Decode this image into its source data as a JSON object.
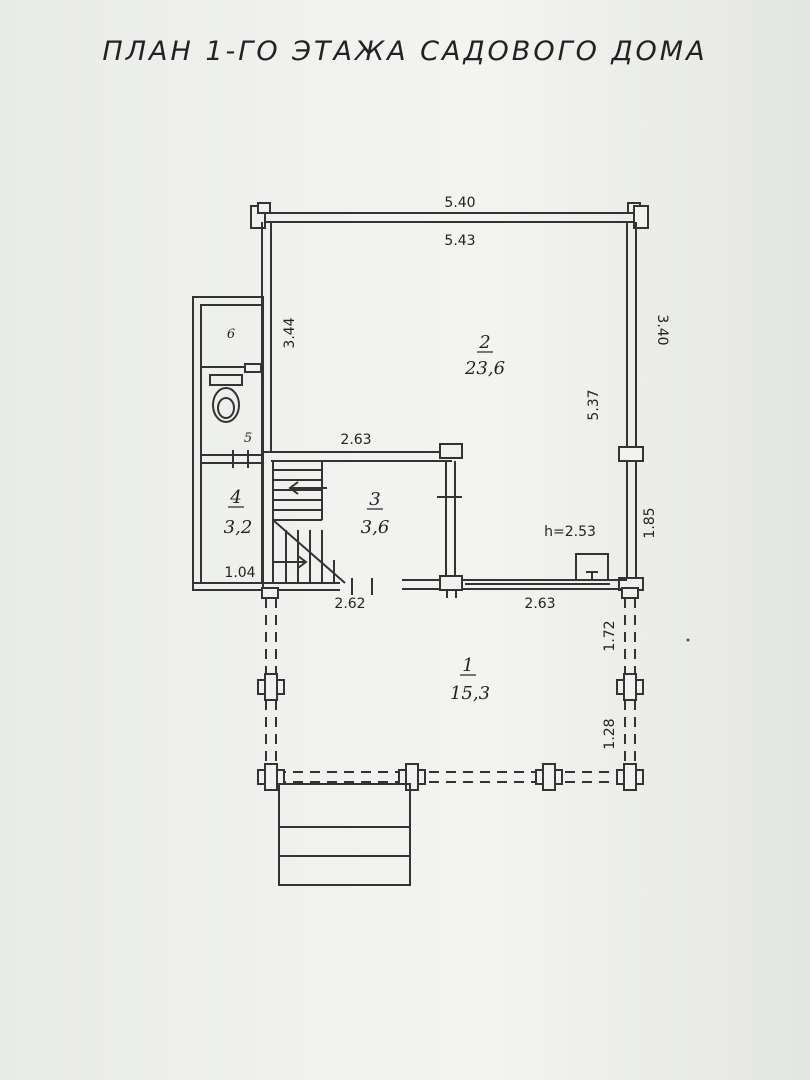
{
  "title": "ПЛАН 1-ГО ЭТАЖА САДОВОГО ДОМА",
  "rooms": [
    {
      "number": "1",
      "area": "15,3"
    },
    {
      "number": "2",
      "area": "23,6"
    },
    {
      "number": "3",
      "area": "3,6"
    },
    {
      "number": "4",
      "area": "3,2"
    },
    {
      "number": "5",
      "area": ""
    },
    {
      "number": "6",
      "area": ""
    }
  ],
  "dimensions": {
    "top_outer": "5.40",
    "top_inner": "5.43",
    "left_room2": "3.44",
    "right_upper": "3.40",
    "room2_inner_height": "5.37",
    "room3_top": "2.63",
    "right_lower": "1.85",
    "ceiling_height": "h=2.53",
    "room4_width": "1.04",
    "bottom_left": "2.62",
    "bottom_right": "2.63",
    "terrace_upper": "1.72",
    "terrace_lower": "1.28"
  }
}
